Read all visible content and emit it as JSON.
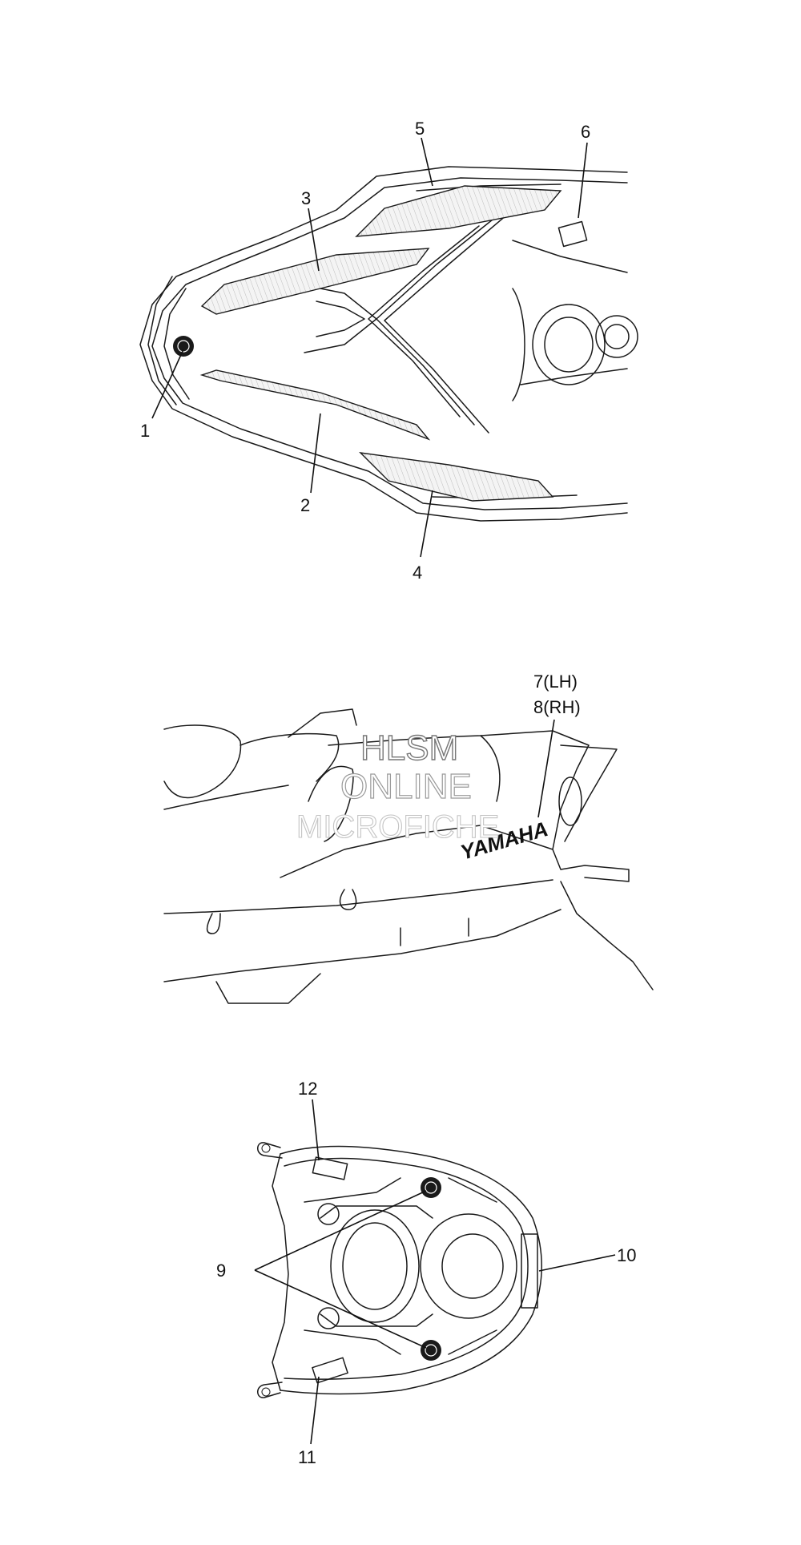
{
  "callouts": {
    "c1": "1",
    "c2": "2",
    "c3": "3",
    "c4": "4",
    "c5": "5",
    "c6": "6",
    "c7": "7(LH)",
    "c8": "8(RH)",
    "c9": "9",
    "c10": "10",
    "c11": "11",
    "c12": "12"
  },
  "watermark": {
    "line1": "HLSM",
    "line2": "ONLINE",
    "line3": "MICROFICHE"
  },
  "brand_logo": "YAMAHA",
  "colors": {
    "line": "#1a1a1a",
    "background": "#ffffff",
    "watermark": "#9a9a9a"
  }
}
